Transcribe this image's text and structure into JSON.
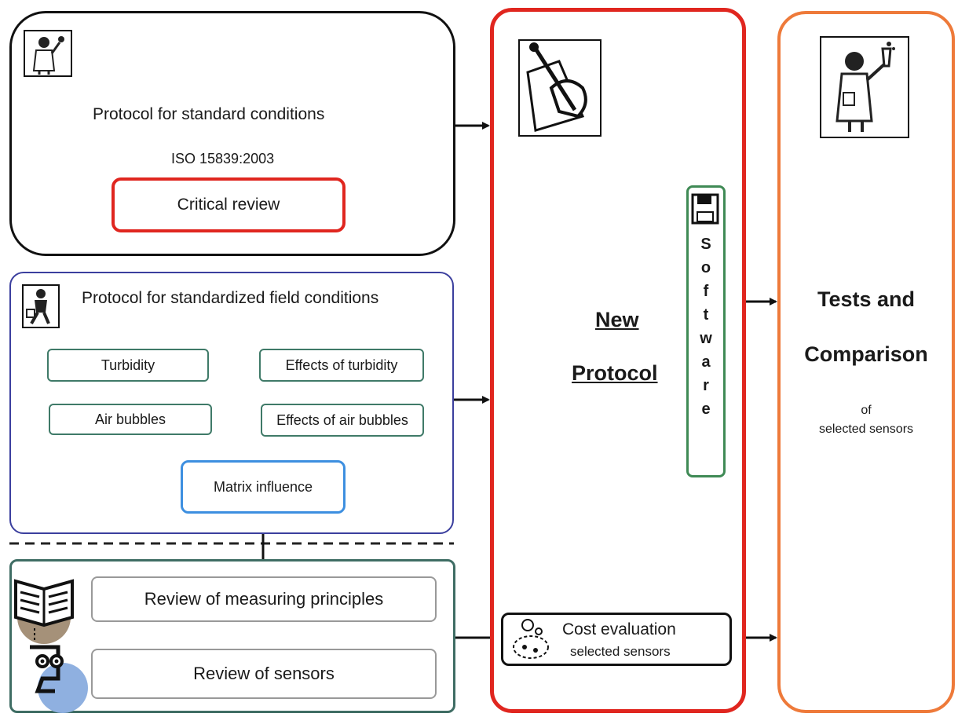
{
  "standard": {
    "title": "Protocol for standard conditions",
    "iso": "ISO 15839:2003",
    "critical_review": "Critical review"
  },
  "field": {
    "title": "Protocol for standardized field conditions",
    "turbidity": "Turbidity",
    "effects_turbidity": "Effects of turbidity",
    "air_bubbles": "Air bubbles",
    "effects_air_bubbles": "Effects of air bubbles",
    "matrix_influence": "Matrix influence"
  },
  "review": {
    "measuring_principles": "Review of measuring principles",
    "sensors": "Review of sensors"
  },
  "new_protocol": {
    "line1": "New",
    "line2": "Protocol",
    "software_letters": [
      "S",
      "o",
      "f",
      "t",
      "w",
      "a",
      "r",
      "e"
    ]
  },
  "cost": {
    "title": "Cost evaluation",
    "subtitle": "selected sensors"
  },
  "tests": {
    "line1": "Tests and",
    "line2": "Comparison",
    "line3": "of",
    "line4": "selected sensors"
  },
  "colors": {
    "black_border": "#111111",
    "red": "#e0261f",
    "blue_border": "#3b3f9e",
    "green_border": "#3f7a68",
    "light_blue": "#3d8fe0",
    "orange": "#ee7a3a",
    "software_green": "#3f8a55"
  }
}
